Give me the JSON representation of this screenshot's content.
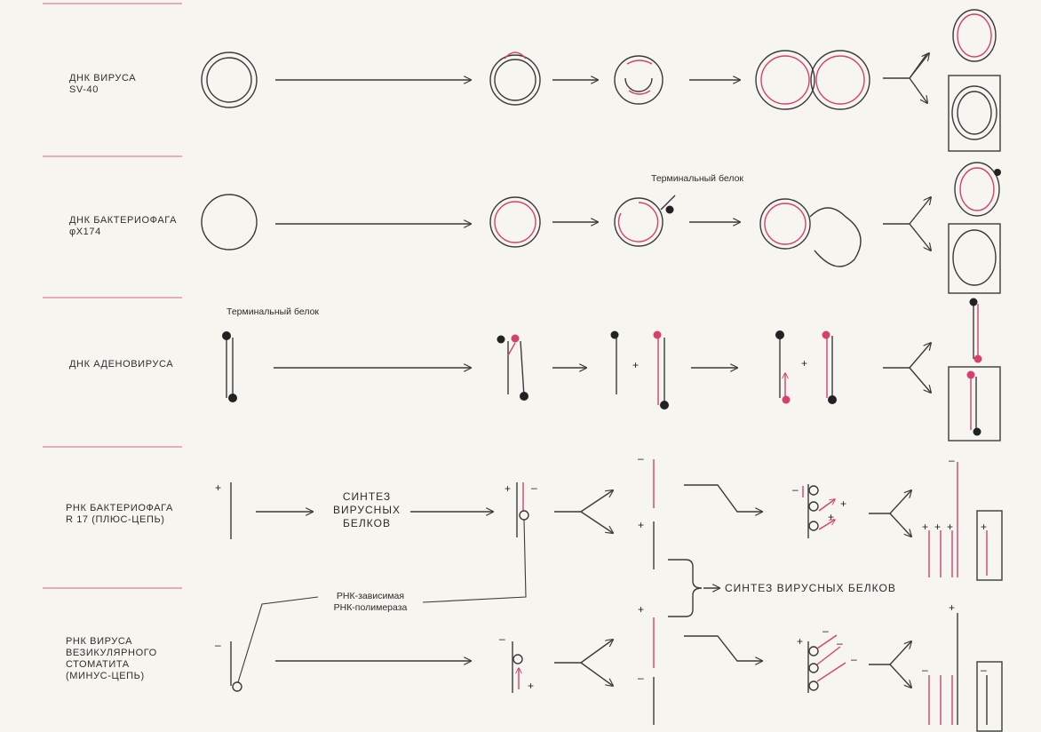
{
  "rows": [
    {
      "label": "ДНК ВИРУСА\nSV-40"
    },
    {
      "label": "ДНК БАКТЕРИОФАГА\nφX174"
    },
    {
      "label": "ДНК АДЕНОВИРУСА"
    },
    {
      "label": "РНК БАКТЕРИОФАГА\nR 17 (ПЛЮС-ЦЕПЬ)"
    },
    {
      "label": "РНК ВИРУСА\nВЕЗИКУЛЯРНОГО\nСТОМАТИТА\n(МИНУС-ЦЕПЬ)"
    }
  ],
  "annotations": {
    "terminal_protein": "Терминальный белок",
    "synthesis_viral_proteins": "СИНТЕЗ\nВИРУСНЫХ\nБЕЛКОВ",
    "synthesis_viral_proteins_joined": "СИНТЕЗ ВИРУСНЫХ БЕЛКОВ",
    "rna_polymerase": "РНК-зависимая\nРНК-полимераза",
    "plus": "+",
    "minus": "–"
  },
  "colors": {
    "ink": "#3a3a3a",
    "new_strand": "#d6406e",
    "protein": "#222222",
    "divider": "#e07f98"
  }
}
